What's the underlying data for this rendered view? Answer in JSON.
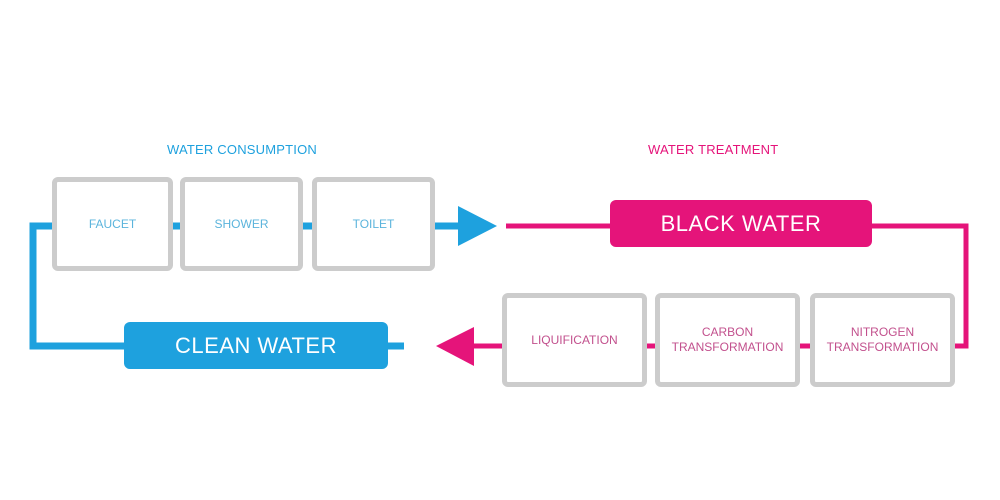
{
  "colors": {
    "blue": "#1ea1de",
    "pink": "#e5147a",
    "box_border": "#cccccc"
  },
  "consumption": {
    "title": "WATER CONSUMPTION",
    "steps": [
      "FAUCET",
      "SHOWER",
      "TOILET"
    ]
  },
  "treatment": {
    "title": "WATER TREATMENT",
    "steps": [
      {
        "line1": "LIQUIFICATION",
        "line2": ""
      },
      {
        "line1": "CARBON",
        "line2": "TRANSFORMATION"
      },
      {
        "line1": "NITROGEN",
        "line2": "TRANSFORMATION"
      }
    ]
  },
  "black_water": "BLACK WATER",
  "clean_water": "CLEAN WATER"
}
